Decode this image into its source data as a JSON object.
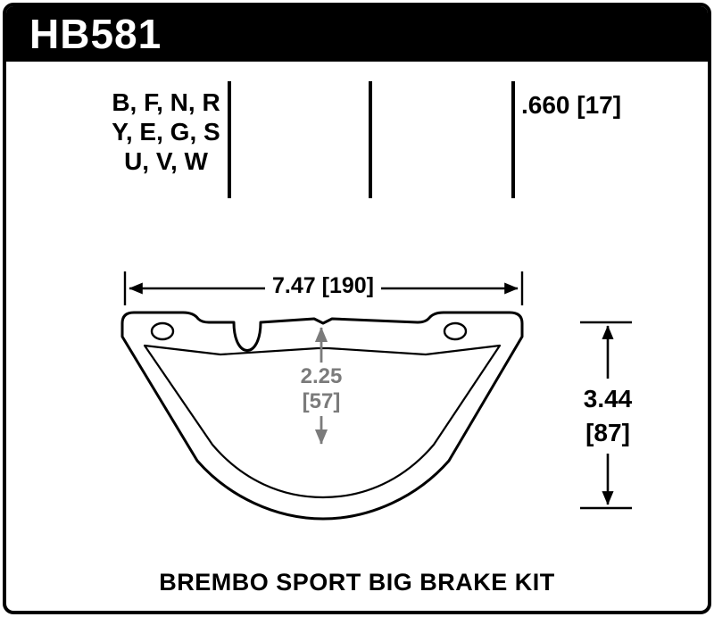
{
  "header": {
    "part_number": "HB581",
    "bar_color": "#000000",
    "text_color": "#ffffff"
  },
  "spec": {
    "compound_codes": [
      "B, F, N, R",
      "Y, E, G, S",
      "U, V, W"
    ],
    "pad_thickness": ".660 [17]"
  },
  "drawing": {
    "width_dim": "7.47 [190]",
    "pad_height_dim": [
      "2.25",
      "[57]"
    ],
    "overall_height_dim": [
      "3.44",
      "[87]"
    ],
    "outline_color": "#000000",
    "secondary_dim_color": "#7b7b7b"
  },
  "footer": {
    "caption": "BREMBO SPORT BIG BRAKE KIT"
  }
}
